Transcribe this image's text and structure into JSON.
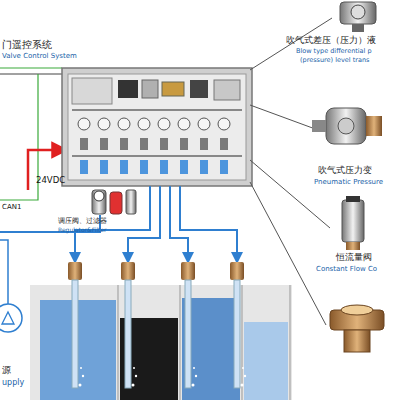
{
  "diagram": {
    "labels": [
      "门遥控系统",
      "Valve Control System",
      "24VDC",
      "CAN1",
      "调压阀、过滤器",
      "Regulator&Filter",
      "吹气式差压（压力）液",
      "Blow type differential p",
      "(pressure) level trans",
      "吹气式压力变",
      "Pneumatic Pressure",
      "恒流量阀",
      "Constant Flow Co",
      "源",
      "upply"
    ]
  }
}
